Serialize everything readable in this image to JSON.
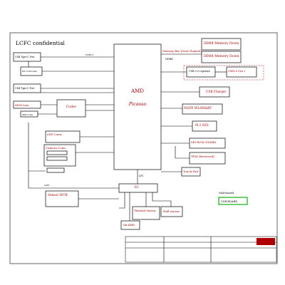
{
  "header": {
    "title": "LCFC confidential"
  },
  "cpu": {
    "vendor": "AMD",
    "name": "Picasso"
  },
  "memory": {
    "bus_label": "Memory Bus (Dual Channel)",
    "type_label": "DDR4",
    "down1": "DDR4 Memory Down",
    "down2": "DDR4 Memory Down"
  },
  "blocks": {
    "type_c_1": "USB Type-C Port",
    "pd_controller": "PD Controller",
    "type_c_2": "USB Type-C Port",
    "hdmi": "HDMI Conn.",
    "usb_hub": "USB 3.0 repeater",
    "usb_a": "USB3.0 Gen 1",
    "usb_charger": "USB Charger",
    "codec": "Codec",
    "spk": "SPK Conn.",
    "ngff": "NGFF WLAN&BT",
    "m2": "M.2 SSD",
    "edp": "eDP Conn.",
    "camera": "Camera Conn.",
    "spi_rom": "SPI ROM (16MB)",
    "tpm": "TPM (Reserved)",
    "touchpad": "Touch Pad",
    "ec": "EC",
    "sensor_hub": "Sensor HUB",
    "thermal": "Thermal Sensor",
    "hall": "Hall sensor",
    "kbd": "Int.KBD",
    "subboard": "Sub-board",
    "usb_board": "USB BOARD"
  },
  "signals": {
    "usb_c": "USB3.1",
    "lpc": "LPC",
    "espi": "eSPI"
  },
  "colors": {
    "accent_red": "#b00000",
    "subboard_green": "#11b011",
    "line": "#000000"
  }
}
